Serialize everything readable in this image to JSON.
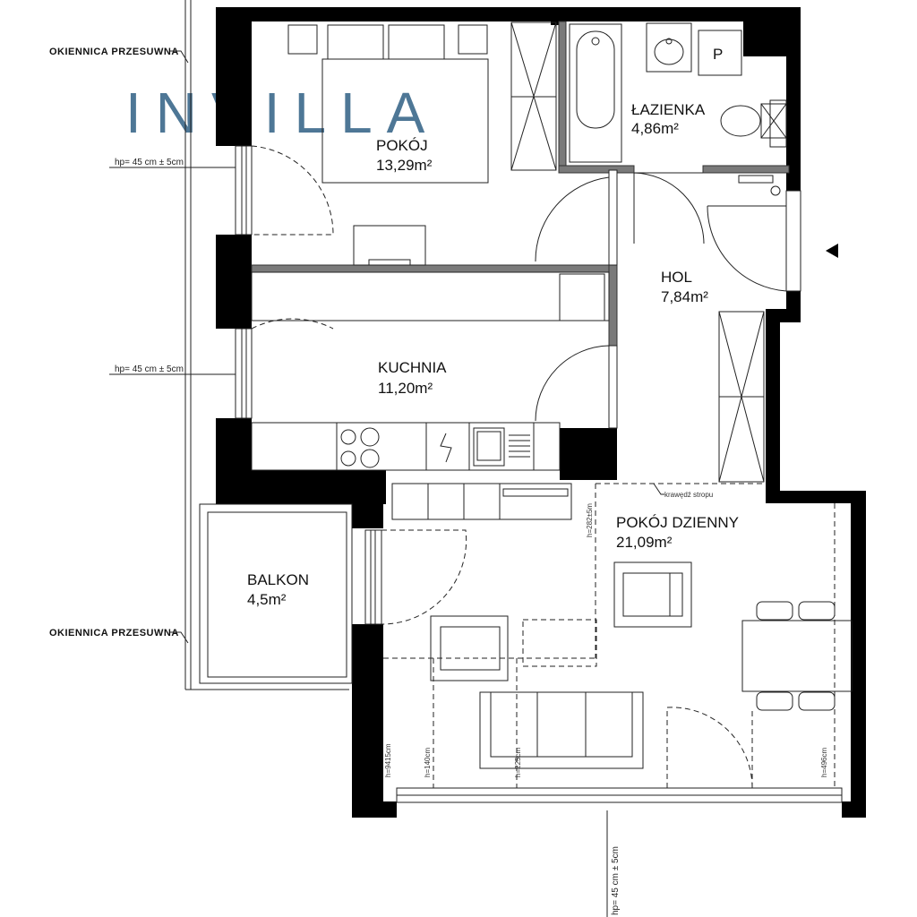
{
  "logo": {
    "text": "INVILLA",
    "color": "#4e7796",
    "accent_color": "#c8a173"
  },
  "rooms": {
    "pokoj": {
      "name": "POKÓJ",
      "area": "13,29m²"
    },
    "lazienka": {
      "name": "ŁAZIENKA",
      "area": "4,86m²"
    },
    "hol": {
      "name": "HOL",
      "area": "7,84m²"
    },
    "kuchnia": {
      "name": "KUCHNIA",
      "area": "11,20m²"
    },
    "pokoj_dzienny": {
      "name": "POKÓJ DZIENNY",
      "area": "21,09m²"
    },
    "balkon": {
      "name": "BALKON",
      "area": "4,5m²"
    }
  },
  "annotations": {
    "shutter_top": "OKIENNICA PRZESUWNA",
    "shutter_bottom": "OKIENNICA PRZESUWNA",
    "hp_pokoj": "hp= 45 cm ± 5cm",
    "hp_kuchnia": "hp= 45 cm ± 5cm",
    "hp_bottom": "hp= 45 cm ± 5cm",
    "ceiling_edge": "krawędź stropu",
    "h_282": "h=282±5m",
    "h_9415": "h=9415cm",
    "h_140": "h=140cm",
    "h_225": "h=225cm",
    "h_496": "h=496cm",
    "bathroom_p": "P"
  },
  "icons": {
    "entrance": "entrance-arrow-icon"
  }
}
